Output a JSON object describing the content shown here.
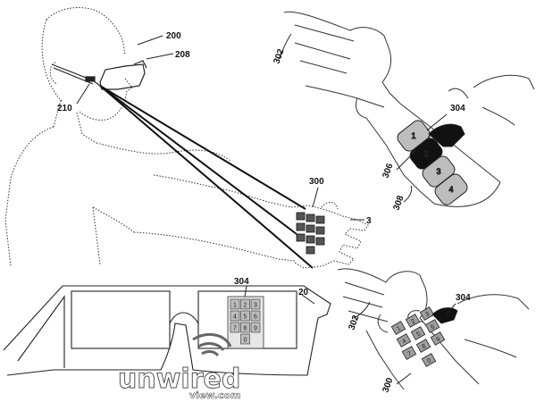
{
  "refs": {
    "glasses_top": "200",
    "lens": "208",
    "projector": "210",
    "hand_main": "300",
    "hand_main_edge": "3",
    "arm_top_right": "302",
    "keypad_top_right": "304",
    "key_selected_top_right": "306",
    "arrow_top_right": "308",
    "display_lens": "304",
    "glasses_bottom": "20",
    "arm_bottom_right": "302",
    "keypad_bottom_right": "304",
    "hand_bottom_right": "300"
  },
  "keypad_vertical": [
    "1",
    "2",
    "3",
    "4"
  ],
  "keypad_grid": [
    "1",
    "2",
    "3",
    "4",
    "5",
    "6",
    "7",
    "8",
    "9",
    "0"
  ],
  "watermark": {
    "main": "unwired",
    "sub": "view.com"
  }
}
